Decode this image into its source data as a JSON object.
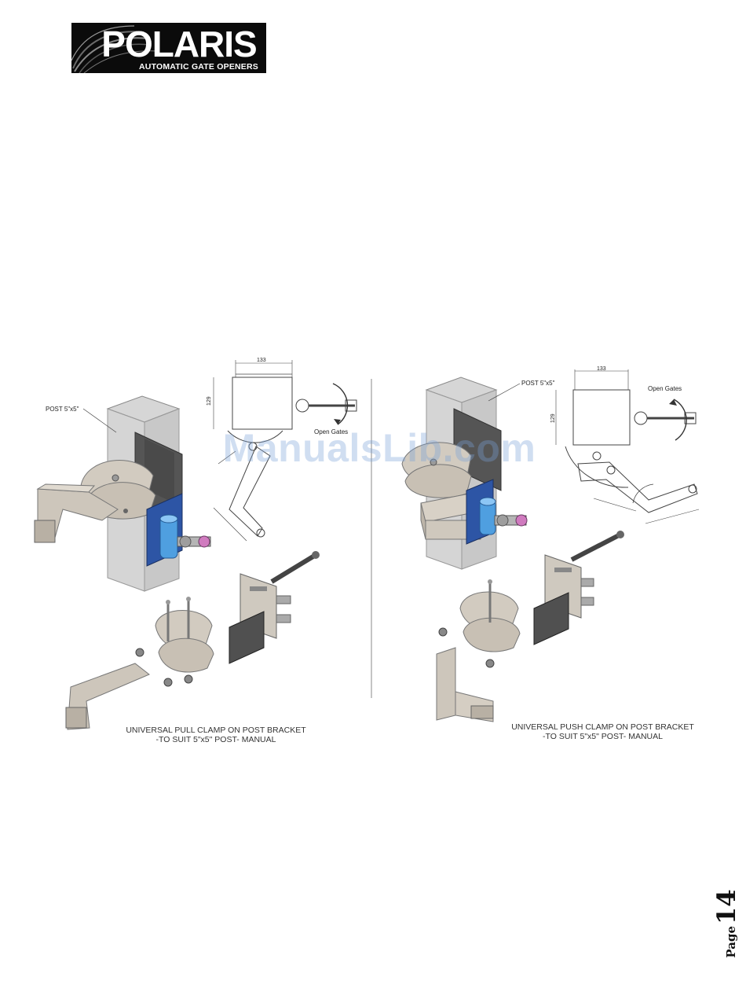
{
  "logo": {
    "name": "POLARIS",
    "tagline": "AUTOMATIC GATE OPENERS"
  },
  "figure": {
    "left": {
      "post_label": "POST 5\"x5\"",
      "dimension_width": "133",
      "dimension_height": "129",
      "open_gates_label": "Open Gates",
      "caption_line1": "UNIVERSAL PULL CLAMP ON POST BRACKET",
      "caption_line2": "-TO SUIT 5\"x5\" POST- MANUAL"
    },
    "right": {
      "post_label": "POST 5\"x5\"",
      "dimension_width": "133",
      "dimension_height": "129",
      "open_gates_label": "Open Gates",
      "caption_line1": "UNIVERSAL PUSH CLAMP ON POST BRACKET",
      "caption_line2": "-TO SUIT 5\"x5\" POST- MANUAL"
    }
  },
  "watermark": "ManualsLib.com",
  "page": {
    "word": "Page",
    "number": "14"
  },
  "colors": {
    "logo_background": "#0b0b0b",
    "steel": "#c9c2b8",
    "blue_plate": "#2d55a5",
    "blue_cylinder": "#4f9fe0",
    "watermark": "#a3bde0"
  }
}
